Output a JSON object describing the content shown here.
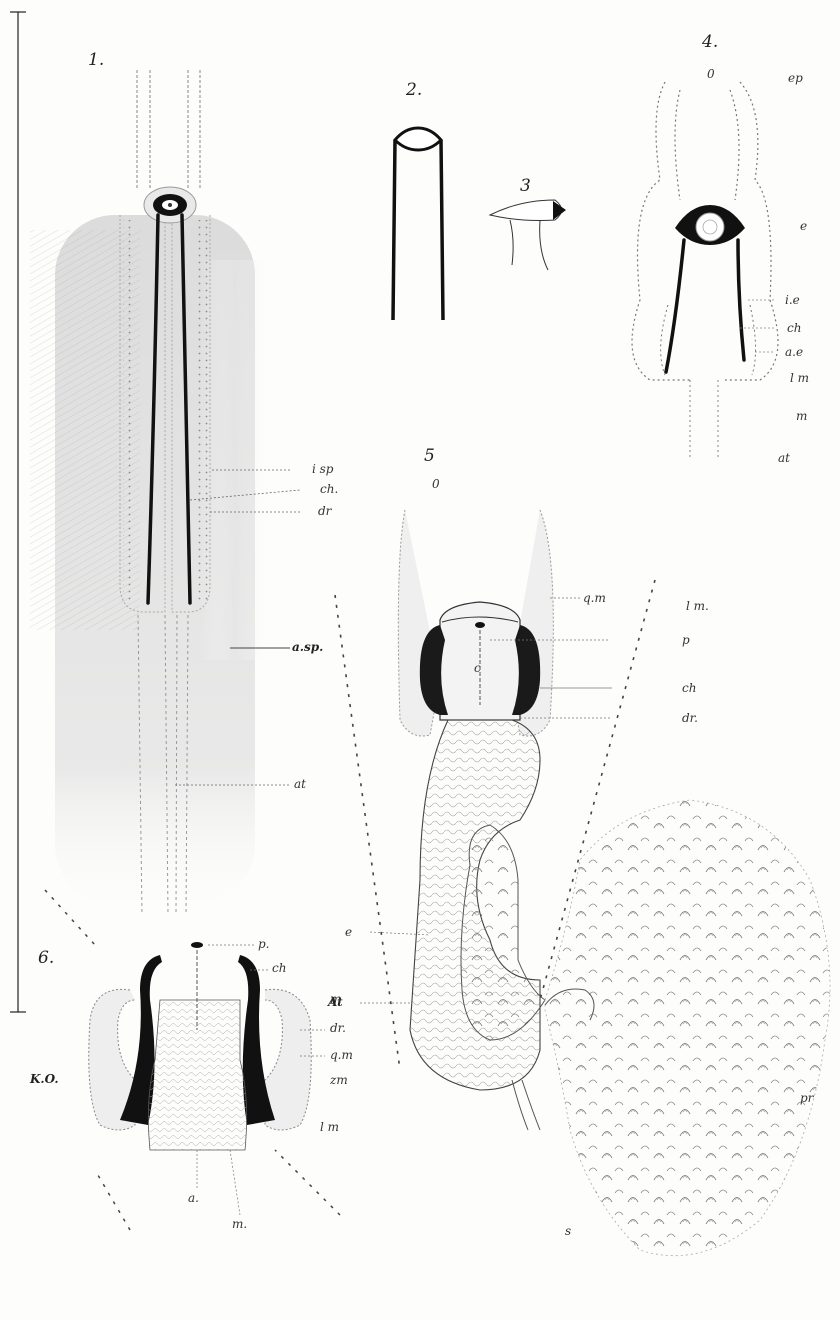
{
  "plate": {
    "figure_numbers": [
      "1.",
      "2.",
      "3",
      "4.",
      "5",
      "6."
    ],
    "labels": {
      "fig1": [
        "i sp",
        "ch.",
        "dr",
        "a.sp.",
        "at"
      ],
      "fig4": [
        "0",
        "ep",
        "e",
        "i.e",
        "ch",
        "a.e",
        "l m",
        "m",
        "at"
      ],
      "fig5": [
        "0",
        "q.m",
        "l m.",
        "p",
        "c",
        "ch",
        "dr.",
        "e",
        "At",
        "pr",
        "s"
      ],
      "fig6": [
        "p.",
        "ch",
        "m",
        "dr.",
        "q.m",
        "zm",
        "K.O.",
        "l m",
        "a.",
        "m."
      ]
    }
  },
  "colors": {
    "ink": "#1a1a1a",
    "light_ink": "#666666",
    "shade": "#d6d6d6",
    "paper": "#fdfdfc"
  }
}
